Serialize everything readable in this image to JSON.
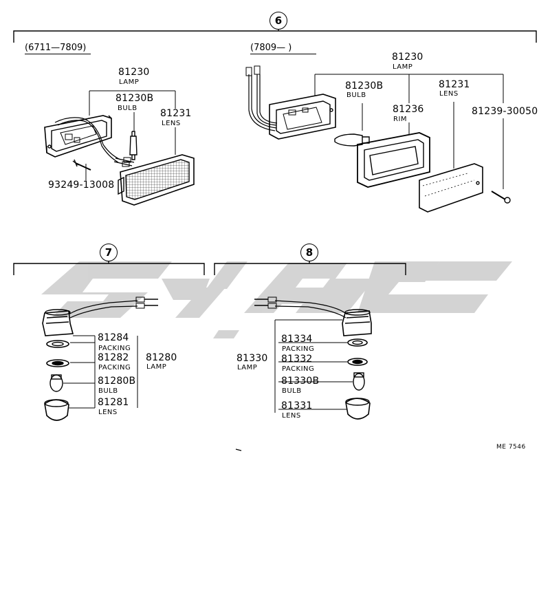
{
  "sections": {
    "s6": {
      "number": "6",
      "variant_a": {
        "range": "(6711—7809)",
        "parts": [
          {
            "num": "81230",
            "name": "LAMP"
          },
          {
            "num": "81230B",
            "name": "BULB"
          },
          {
            "num": "81231",
            "name": "LENS"
          },
          {
            "num": "93249-13008",
            "name": ""
          }
        ]
      },
      "variant_b": {
        "range": "(7809—       )",
        "parts": [
          {
            "num": "81230",
            "name": "LAMP"
          },
          {
            "num": "81230B",
            "name": "BULB"
          },
          {
            "num": "81231",
            "name": "LENS"
          },
          {
            "num": "81236",
            "name": "RIM"
          },
          {
            "num": "81239-30050",
            "name": ""
          }
        ]
      }
    },
    "s7": {
      "number": "7",
      "assembly": {
        "num": "81280",
        "name": "LAMP"
      },
      "parts": [
        {
          "num": "81284",
          "name": "PACKING"
        },
        {
          "num": "81282",
          "name": "PACKING"
        },
        {
          "num": "81280B",
          "name": "BULB"
        },
        {
          "num": "81281",
          "name": "LENS"
        }
      ]
    },
    "s8": {
      "number": "8",
      "assembly": {
        "num": "81330",
        "name": "LAMP"
      },
      "parts": [
        {
          "num": "81334",
          "name": "PACKING"
        },
        {
          "num": "81332",
          "name": "PACKING"
        },
        {
          "num": "81330B",
          "name": "BULB"
        },
        {
          "num": "81331",
          "name": "LENS"
        }
      ]
    }
  },
  "drawing_code": "ME 7546",
  "watermark_color": "#c8c8c8"
}
